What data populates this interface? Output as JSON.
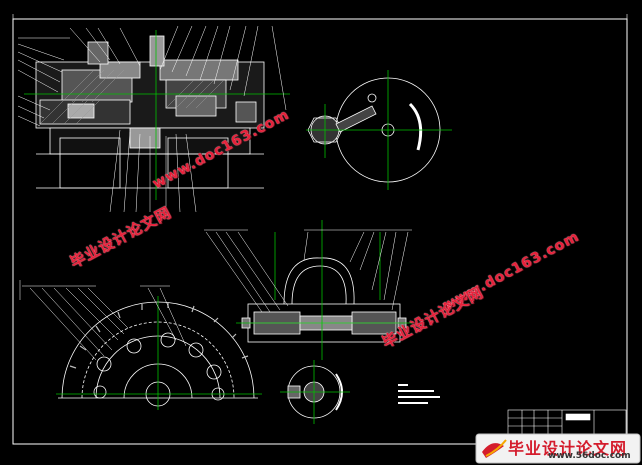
{
  "watermarks": {
    "cn": "毕业设计论文网",
    "en": "www.doc163.com"
  },
  "logo": {
    "text": "毕业设计论文网",
    "url": "www.56doc.com"
  },
  "colors": {
    "background": "#000000",
    "line": "#ffffff",
    "center_line": "#00c000",
    "leader": "#ffffff",
    "accent": "#e8203a",
    "hatch": "#9a9a9a"
  }
}
